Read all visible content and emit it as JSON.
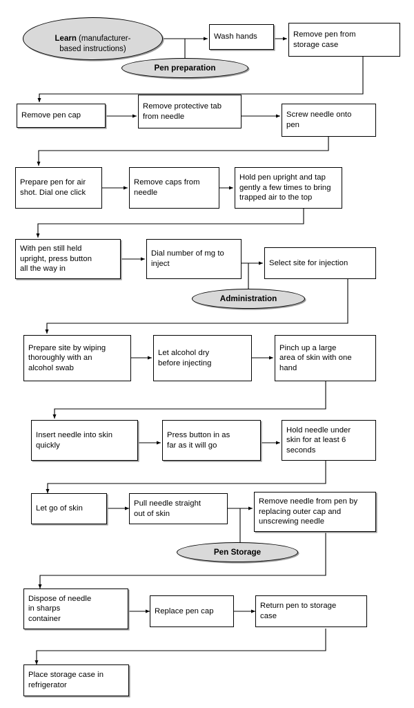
{
  "diagram": {
    "title": "Insulin pen injection procedure flowchart",
    "colors": {
      "stroke": "#000000",
      "box_fill": "#ffffff",
      "ellipse_fill": "#d9d9d9",
      "shadow": "#9a9a9a",
      "text": "#000000"
    },
    "phases": [
      {
        "id": "learn",
        "label_bold": "Learn",
        "label_rest": " (manufacturer-\nbased instructions)",
        "shape": "ellipse"
      },
      {
        "id": "pen-preparation",
        "label": "Pen preparation",
        "shape": "ellipse"
      },
      {
        "id": "administration",
        "label": "Administration",
        "shape": "ellipse"
      },
      {
        "id": "pen-storage",
        "label": "Pen Storage",
        "shape": "ellipse"
      }
    ],
    "steps": [
      {
        "id": "wash-hands",
        "label": "Wash hands"
      },
      {
        "id": "remove-pen-from-storage-case",
        "label": "Remove pen from\nstorage case"
      },
      {
        "id": "remove-pen-cap",
        "label": "Remove pen cap"
      },
      {
        "id": "remove-protective-tab",
        "label": "Remove protective tab\nfrom needle"
      },
      {
        "id": "screw-needle-onto-pen",
        "label": "Screw needle onto\npen"
      },
      {
        "id": "prepare-pen-air-shot",
        "label": "Prepare pen for air\nshot. Dial one click"
      },
      {
        "id": "remove-caps-from-needle",
        "label": "Remove caps from\nneedle"
      },
      {
        "id": "hold-pen-upright-tap",
        "label": "Hold pen upright and tap\ngently a few times to bring\ntrapped air to the top"
      },
      {
        "id": "press-button-all-the-way-in",
        "label": "With pen still held\nupright, press button\nall the way in"
      },
      {
        "id": "dial-number-of-mg",
        "label": "Dial number of mg to\ninject"
      },
      {
        "id": "select-site-for-injection",
        "label": "Select site for injection"
      },
      {
        "id": "prepare-site-alcohol-swab",
        "label": "Prepare site by wiping\nthoroughly with an\nalcohol swab"
      },
      {
        "id": "let-alcohol-dry",
        "label": "Let alcohol dry\nbefore injecting"
      },
      {
        "id": "pinch-up-skin",
        "label": "Pinch up a large\narea of skin with one\nhand"
      },
      {
        "id": "insert-needle-into-skin",
        "label": "Insert needle into skin\nquickly"
      },
      {
        "id": "press-button-in-as-far",
        "label": "Press button in as\nfar as it will go"
      },
      {
        "id": "hold-needle-under-skin",
        "label": "Hold needle under\nskin for at least 6\nseconds"
      },
      {
        "id": "let-go-of-skin",
        "label": "Let go of skin"
      },
      {
        "id": "pull-needle-straight-out",
        "label": "Pull needle straight\nout of skin"
      },
      {
        "id": "remove-needle-from-pen",
        "label": "Remove needle from pen by\nreplacing outer cap and\nunscrewing needle"
      },
      {
        "id": "dispose-of-needle",
        "label": "Dispose of needle\nin sharps\ncontainer"
      },
      {
        "id": "replace-pen-cap",
        "label": "Replace pen cap"
      },
      {
        "id": "return-pen-to-storage-case",
        "label": "Return pen to storage\ncase"
      },
      {
        "id": "place-storage-case-in-refrigerator",
        "label": "Place storage case in\nrefrigerator"
      }
    ]
  }
}
